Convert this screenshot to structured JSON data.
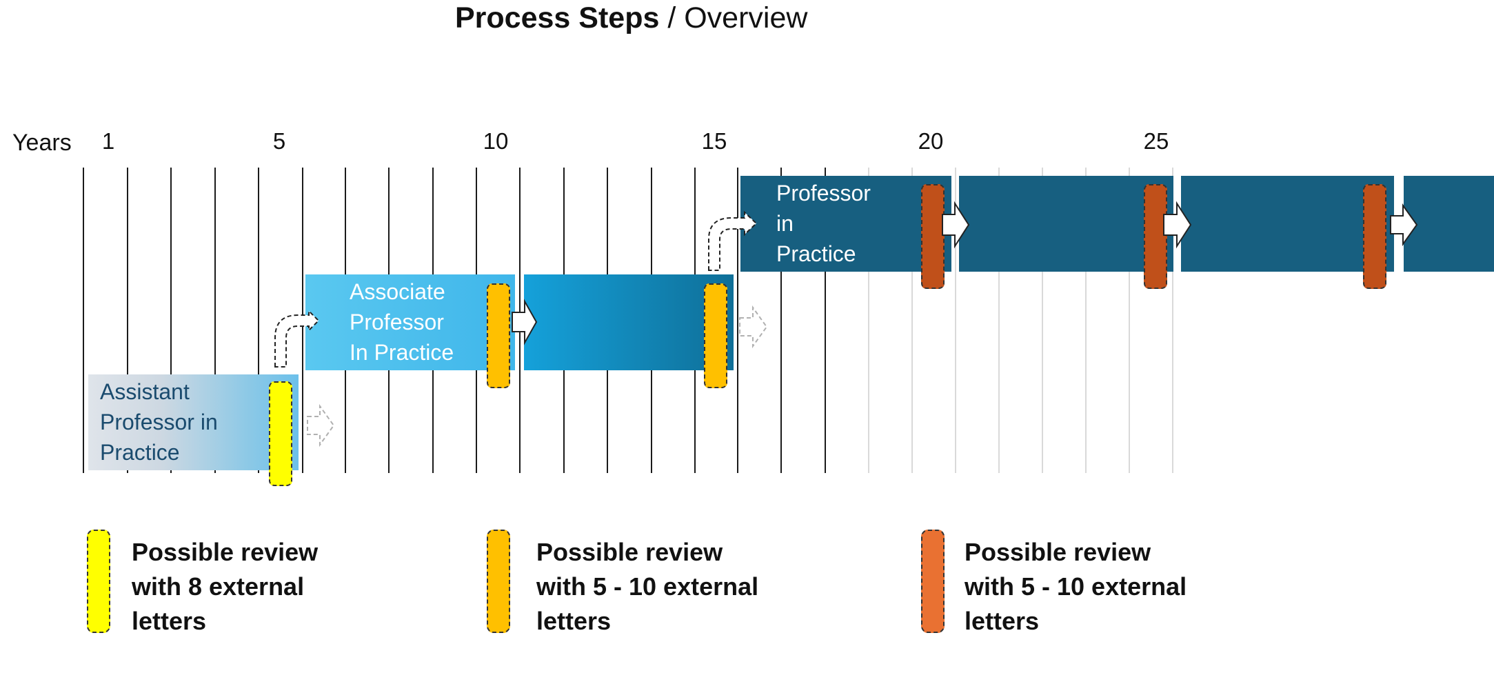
{
  "title": {
    "bold": "Process Steps",
    "rest": " / Overview"
  },
  "axis": {
    "label": "Years",
    "ticks": [
      "1",
      "5",
      "10",
      "15",
      "20",
      "25"
    ]
  },
  "stages": [
    {
      "label_lines": [
        "Assistant",
        "Professor in",
        "Practice"
      ]
    },
    {
      "label_lines": [
        "Associate",
        "Professor",
        "In Practice"
      ]
    },
    {
      "label_lines": [
        "Professor",
        "in",
        "Practice"
      ]
    }
  ],
  "legend": [
    {
      "color": "#ffff00",
      "lines": [
        "Possible review",
        "with 8 external",
        "letters"
      ]
    },
    {
      "color": "#ffc000",
      "lines": [
        "Possible review",
        "with 5 - 10 external",
        "letters"
      ]
    },
    {
      "color": "#e97132",
      "lines": [
        "Possible review",
        "with 5 - 10 external",
        "letters"
      ]
    }
  ],
  "colors": {
    "review_yellow": "#ffff00",
    "review_amber": "#ffc000",
    "review_rust": "#c0501a",
    "professor_bar": "#175f80",
    "associate_bar": "#5ac8f0",
    "assistant_text": "#1a4b6e"
  }
}
